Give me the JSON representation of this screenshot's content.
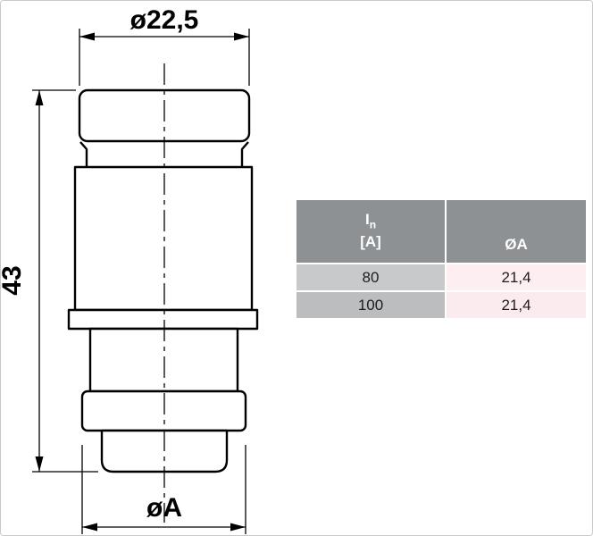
{
  "colors": {
    "line": "#000000",
    "th-bg": "#8e9193",
    "th-text": "#ffffff",
    "row1-left-bg": "#c8c9cb",
    "row2-left-bg": "#bbbdbf",
    "row1-right-bg": "#fdeff1",
    "row2-right-bg": "#fbebee",
    "body-text": "#1d1d1b"
  },
  "drawing": {
    "top_diameter_dimension": "ø22,5",
    "height_dimension": "43",
    "bottom_diameter_dimension": "øA"
  },
  "table": {
    "header": {
      "current_symbol": "I",
      "current_subscript": "n",
      "current_unit": "[A]",
      "diameter_label": "ØA"
    },
    "rows": [
      {
        "current": "80",
        "diameter": "21,4"
      },
      {
        "current": "100",
        "diameter": "21,4"
      }
    ]
  }
}
